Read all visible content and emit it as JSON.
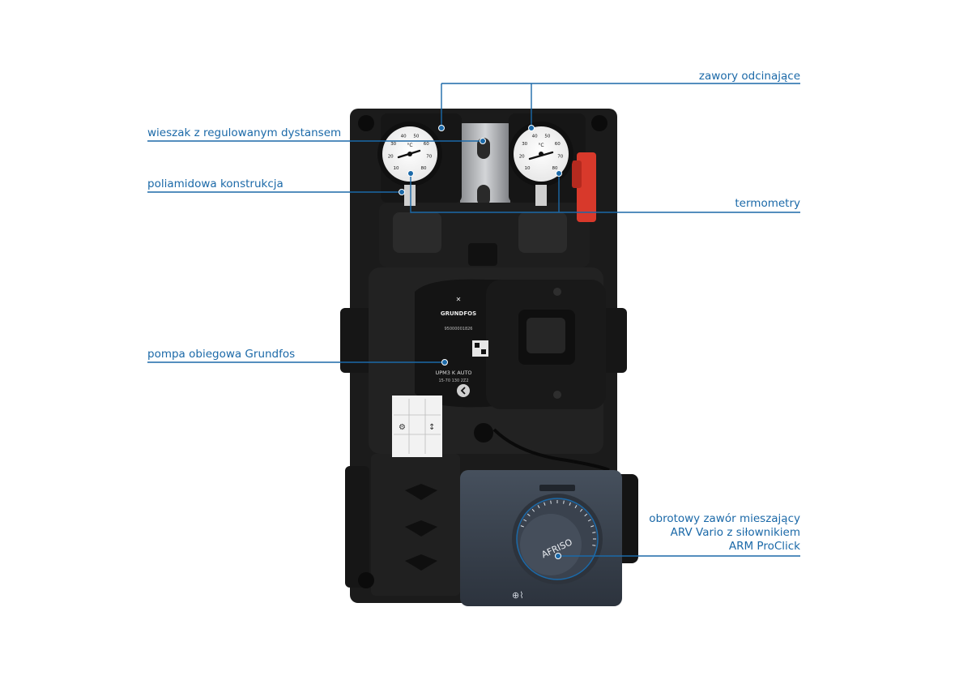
{
  "labels": {
    "shutoff_valves": "zawory odcinające",
    "hanger": "wieszak z regulowanym dystansem",
    "polyamide": "poliamidowa konstrukcja",
    "thermometers": "termometry",
    "pump": "pompa obiegowa Grundfos",
    "mixer_line1": "obrotowy zawór mieszający",
    "mixer_line2": "ARV Vario z siłownikiem",
    "mixer_line3": "ARM ProClick"
  },
  "pump_face": {
    "brand": "GRUNDFOS",
    "serial": "95000001826",
    "model": "UPM3 K AUTO",
    "model_sub": "15-70 130 2Z2"
  },
  "actuator": {
    "brand": "AFRISO"
  },
  "thermometer_left": {
    "unit": "°C",
    "ticks": [
      "10",
      "20",
      "30",
      "40",
      "50",
      "60",
      "70",
      "80"
    ]
  },
  "thermometer_right": {
    "unit": "°C",
    "ticks": [
      "10",
      "20",
      "30",
      "40",
      "50",
      "60",
      "70",
      "80"
    ]
  },
  "colors": {
    "accent": "#1b69a8",
    "insulation": "#1c1c1c",
    "actuator": "#3b4350",
    "handle": "#d8392b"
  }
}
